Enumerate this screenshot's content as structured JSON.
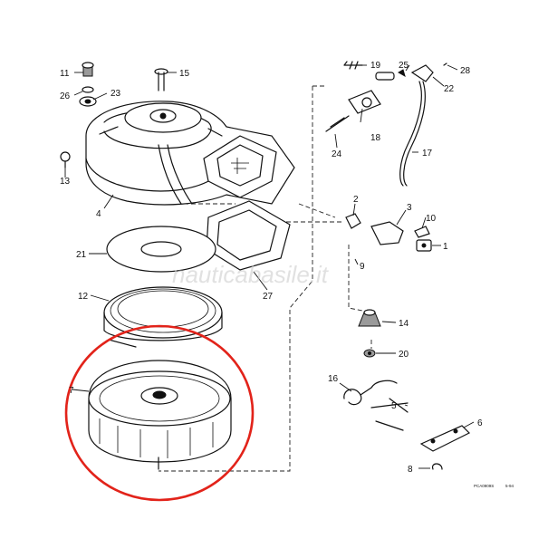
{
  "watermark": "nauticabasile.it",
  "drawing_code": "PCA0909S",
  "drawing_date": "5-94",
  "labels": [
    "1",
    "2",
    "3",
    "4",
    "5",
    "6",
    "7",
    "8",
    "9",
    "10",
    "11",
    "12",
    "13",
    "14",
    "15",
    "16",
    "17",
    "18",
    "19",
    "20",
    "21",
    "22",
    "23",
    "24",
    "25",
    "26",
    "27",
    "28"
  ],
  "highlight_color": "#e2231a",
  "highlight_target": "7"
}
